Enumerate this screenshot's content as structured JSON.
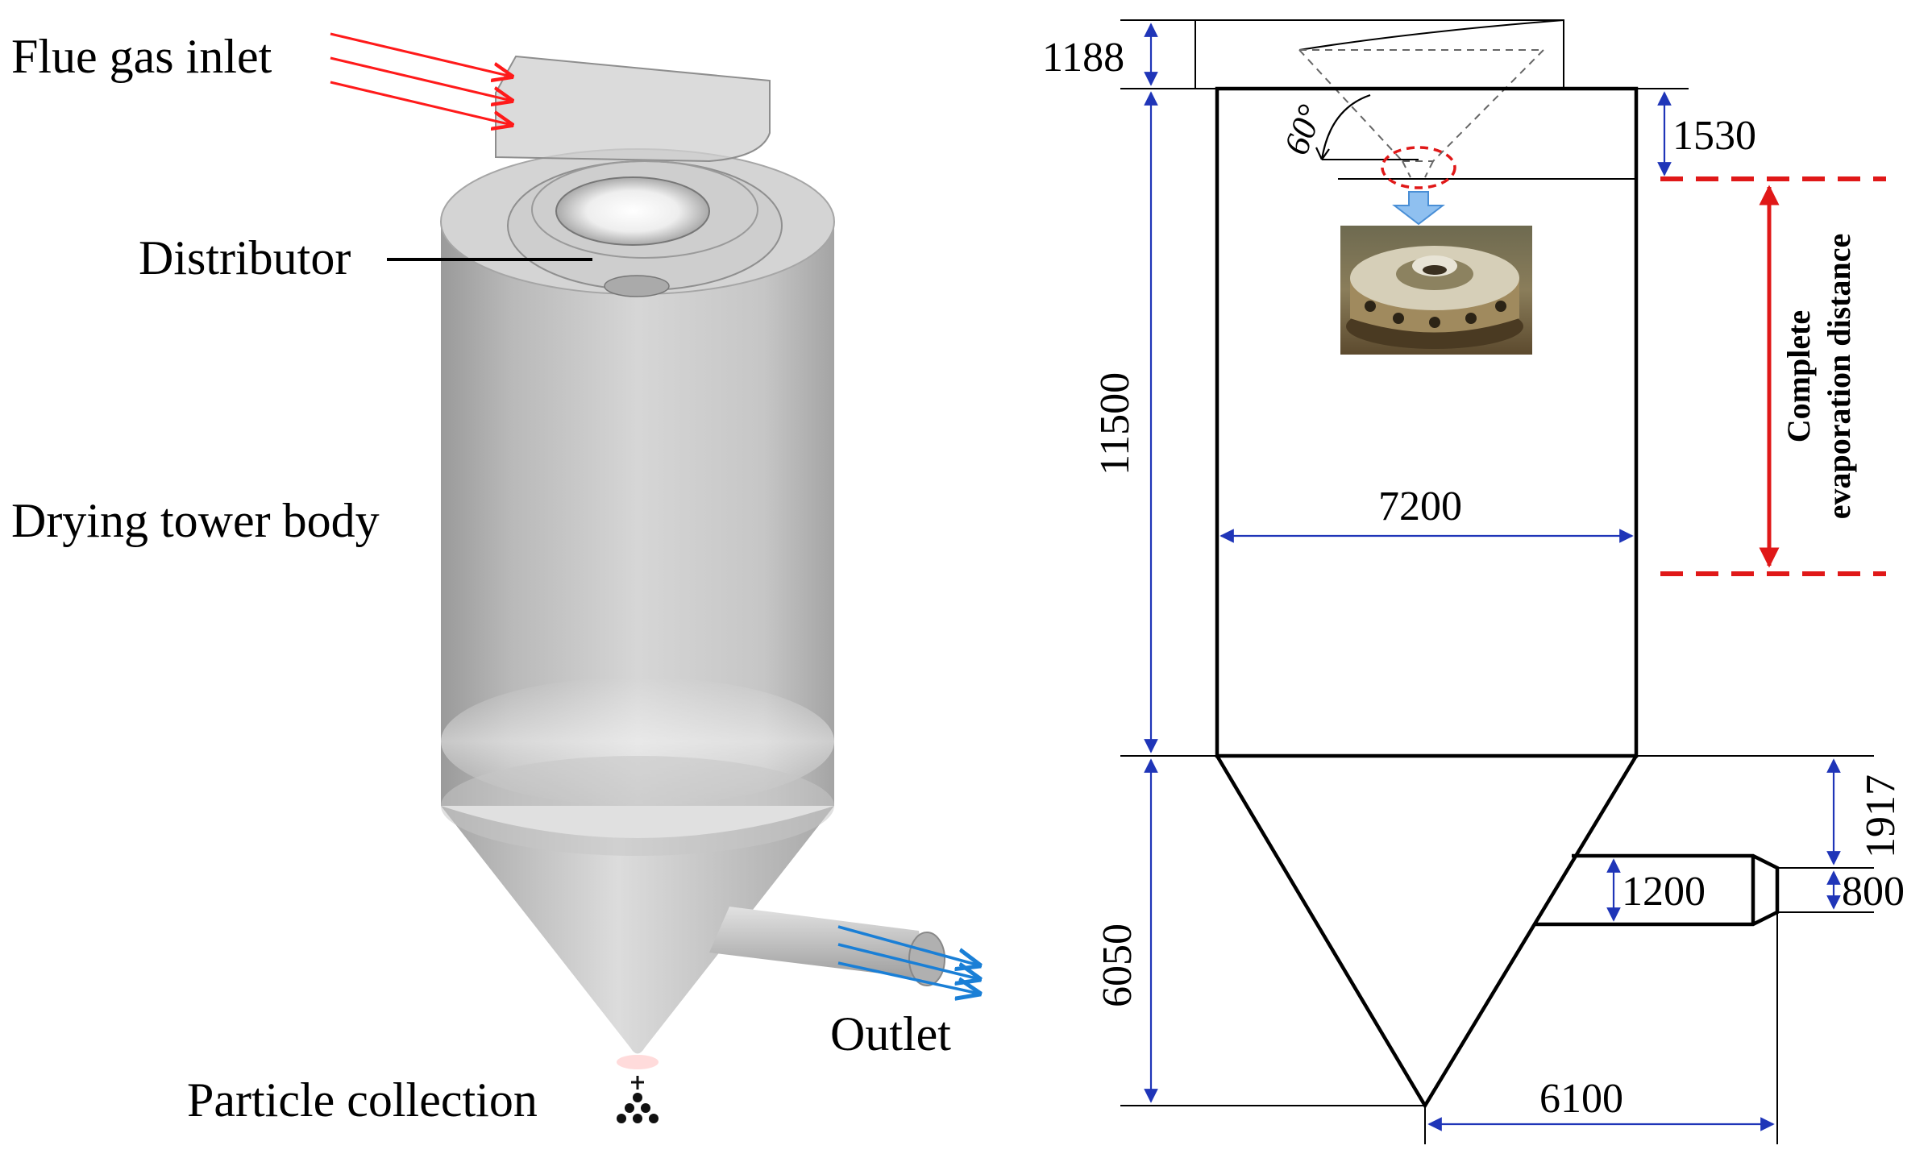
{
  "labels": {
    "flue_gas_inlet": "Flue gas inlet",
    "distributor": "Distributor",
    "drying_tower_body": "Drying tower body",
    "outlet": "Outlet",
    "particle_collection": "Particle collection",
    "complete_line1": "Complete",
    "complete_line2": "evaporation distance"
  },
  "dimensions": {
    "top_height": "1188",
    "distributor_depth": "1530",
    "cone_angle": "60°",
    "body_height": "11500",
    "body_diameter": "7200",
    "cone_height": "6050",
    "outlet_offset": "1917",
    "outlet_pipe_diameter": "1200",
    "outlet_end_diameter": "800",
    "outlet_length": "6100"
  },
  "colors": {
    "inlet_arrows": "#ff1a1a",
    "outlet_arrows": "#1a7fd6",
    "dimension_lines": "#1f35b8",
    "evaporation_marker": "#e01818",
    "tower_gray": "#bdbdbd"
  }
}
